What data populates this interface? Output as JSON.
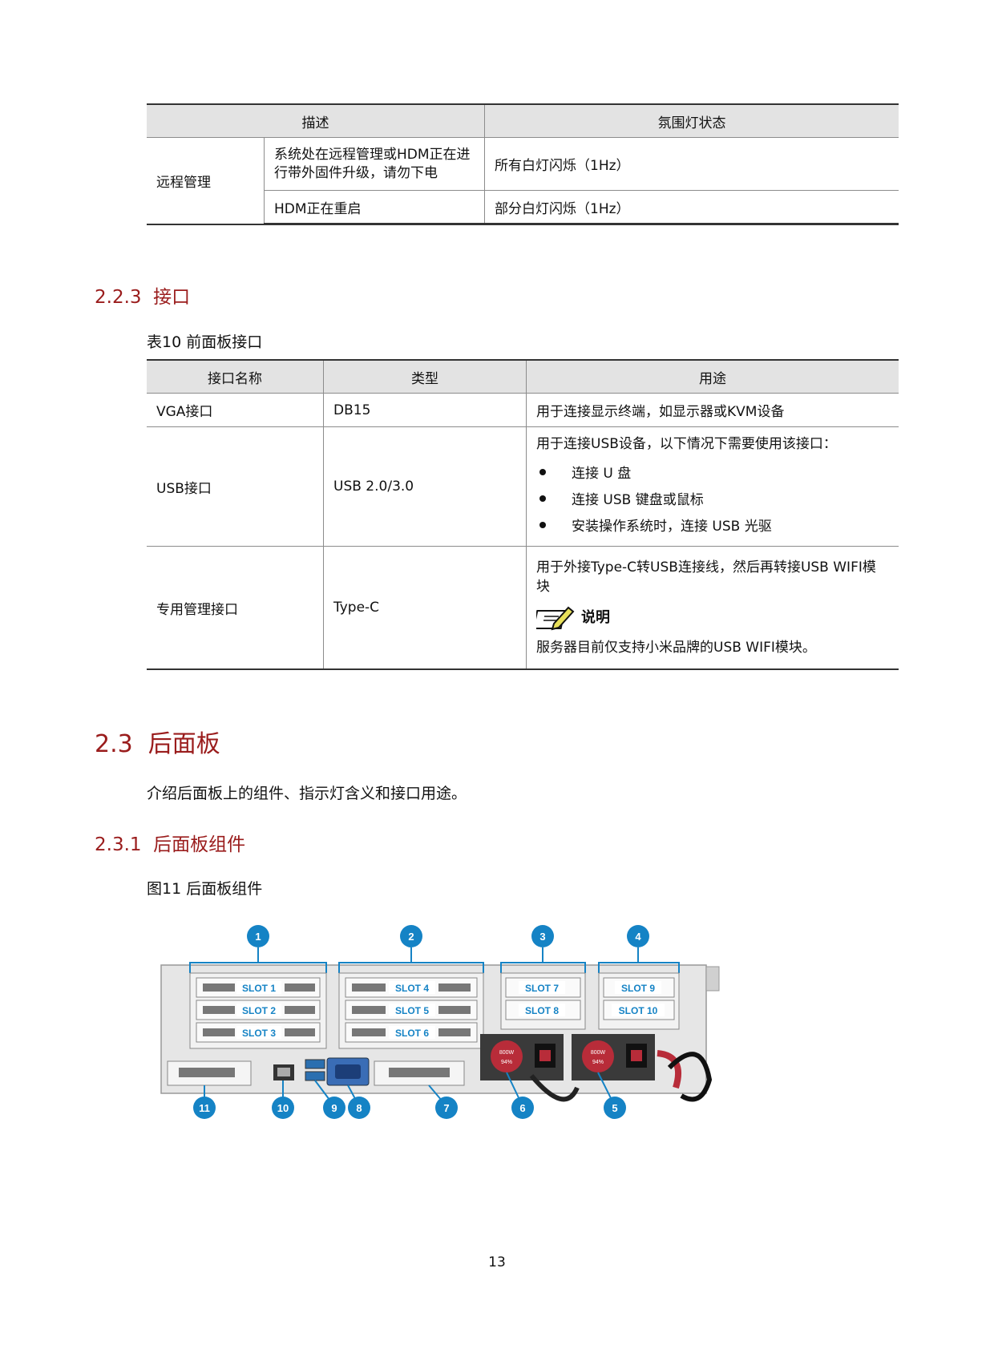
{
  "table_prev": {
    "headers": [
      "描述",
      "氛围灯状态"
    ],
    "group": "远程管理",
    "rows": [
      {
        "desc": "系统处在远程管理或HDM正在进行带外固件升级，请勿下电",
        "state": "所有白灯闪烁（1Hz）"
      },
      {
        "desc": "HDM正在重启",
        "state": "部分白灯闪烁（1Hz）"
      }
    ]
  },
  "sec_223": {
    "num": "2.2.3",
    "title": "接口"
  },
  "table10": {
    "caption": "表10 前面板接口",
    "headers": [
      "接口名称",
      "类型",
      "用途"
    ],
    "vga": {
      "name": "VGA接口",
      "type": "DB15",
      "use": "用于连接显示终端，如显示器或KVM设备"
    },
    "usb": {
      "name": "USB接口",
      "type": "USB 2.0/3.0",
      "use": "用于连接USB设备，以下情况下需要使用该接口：",
      "bullets": [
        "连接 U 盘",
        "连接 USB 键盘或鼠标",
        "安装操作系统时，连接 USB 光驱"
      ]
    },
    "mgmt": {
      "name": "专用管理接口",
      "type": "Type-C",
      "use": "用于外接Type-C转USB连接线，然后再转接USB WIFI模块",
      "note_title": "说明",
      "note_text": "服务器目前仅支持小米品牌的USB WIFI模块。"
    }
  },
  "sec_23": {
    "num": "2.3",
    "title": "后面板",
    "intro": "介绍后面板上的组件、指示灯含义和接口用途。"
  },
  "sec_231": {
    "num": "2.3.1",
    "title": "后面板组件"
  },
  "figure": {
    "caption": "图11 后面板组件",
    "callouts_top": [
      "1",
      "2",
      "3",
      "4"
    ],
    "callouts_bottom": [
      "11",
      "10",
      "9",
      "8",
      "7",
      "6",
      "5"
    ],
    "slots": [
      "SLOT 1",
      "SLOT 2",
      "SLOT 3",
      "SLOT 4",
      "SLOT 5",
      "SLOT 6",
      "SLOT 7",
      "SLOT 8",
      "SLOT 9",
      "SLOT 10"
    ],
    "psu_label": "800W",
    "psu_eff": "94%",
    "accent": "#1583c5"
  },
  "page_number": "13"
}
